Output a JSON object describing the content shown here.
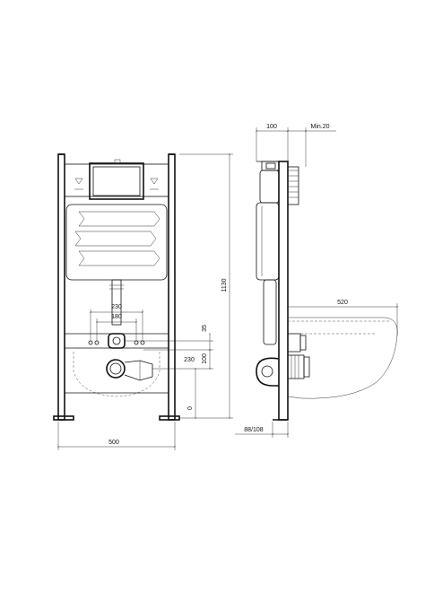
{
  "dimensions": {
    "total_height": "1130",
    "frame_width": "500",
    "flush_offset": "35",
    "pipe_height": "230",
    "bolt_height": "100",
    "floor_level": "0",
    "bolt_spacing_outer": "230",
    "bolt_spacing_inner": "180",
    "frame_depth": "100",
    "wall_min": "Min.20",
    "bowl_projection": "520",
    "leg_depth": "88/108"
  }
}
